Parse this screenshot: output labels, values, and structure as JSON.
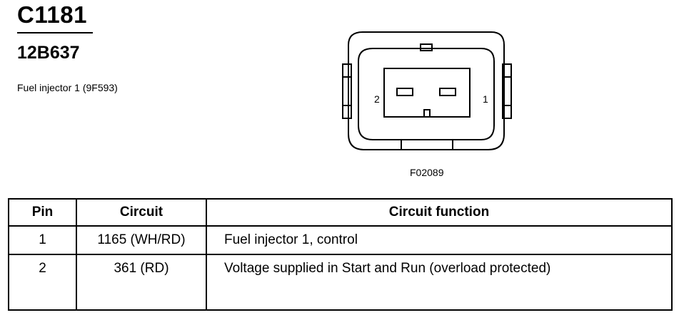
{
  "header": {
    "connector_id": "C1181",
    "part_number": "12B637",
    "description": "Fuel injector 1 (9F593)"
  },
  "figure": {
    "pin_label_left": "2",
    "pin_label_right": "1",
    "code": "F02089"
  },
  "table": {
    "headers": [
      "Pin",
      "Circuit",
      "Circuit function"
    ],
    "rows": [
      {
        "pin": "1",
        "circuit": "1165 (WH/RD)",
        "function": "Fuel injector 1, control"
      },
      {
        "pin": "2",
        "circuit": "361 (RD)",
        "function": "Voltage supplied in Start and Run (overload protected)"
      }
    ]
  }
}
